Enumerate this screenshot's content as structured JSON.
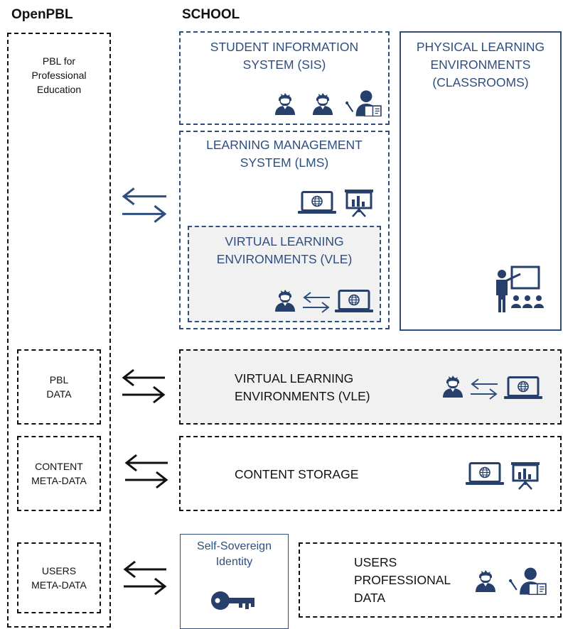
{
  "headers": {
    "left": "OpenPBL",
    "right": "SCHOOL"
  },
  "openpbl": {
    "pbl_professional": "PBL for\nProfessional\nEducation",
    "pbl_data": "PBL\nDATA",
    "content_meta": "CONTENT\nMETA-DATA",
    "users_meta": "USERS\nMETA-DATA"
  },
  "school": {
    "sis": "STUDENT INFORMATION\nSYSTEM (SIS)",
    "lms": "LEARNING MANAGEMENT\nSYSTEM (LMS)",
    "vle_inner": "VIRTUAL LEARNING\nENVIRONMENTS (VLE)",
    "physical": "PHYSICAL LEARNING\nENVIRONMENTS\n(CLASSROOMS)",
    "vle_row": "VIRTUAL LEARNING\nENVIRONMENTS (VLE)",
    "content_storage": "CONTENT STORAGE",
    "ssi": "Self-Sovereign\nIdentity",
    "users_prof": "USERS\nPROFESSIONAL\nDATA"
  },
  "colors": {
    "navy": "#2e4e80",
    "icon": "#26406b",
    "grey_fill": "#f1f1f1",
    "black": "#111111"
  },
  "icons": [
    "student-icon",
    "teacher-book-icon",
    "laptop-globe-icon",
    "presentation-chart-icon",
    "exchange-arrows-icon",
    "classroom-teacher-icon",
    "key-icon"
  ]
}
